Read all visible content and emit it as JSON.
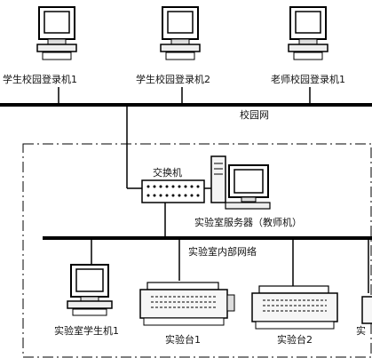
{
  "labels": {
    "pc1": "学生校园登录机1",
    "pc2": "学生校园登录机2",
    "pc3": "老师校园登录机1",
    "campus_net": "校园网",
    "switch": "交换机",
    "server": "实验室服务器（教师机）",
    "lab_net": "实验室内部网络",
    "lab_pc": "实验室学生机1",
    "bench1": "实验台1",
    "bench2": "实验台2",
    "bench3_partial": "实"
  },
  "colors": {
    "line": "#000000",
    "screen": "#ffffff",
    "body": "#f2f2f2"
  }
}
